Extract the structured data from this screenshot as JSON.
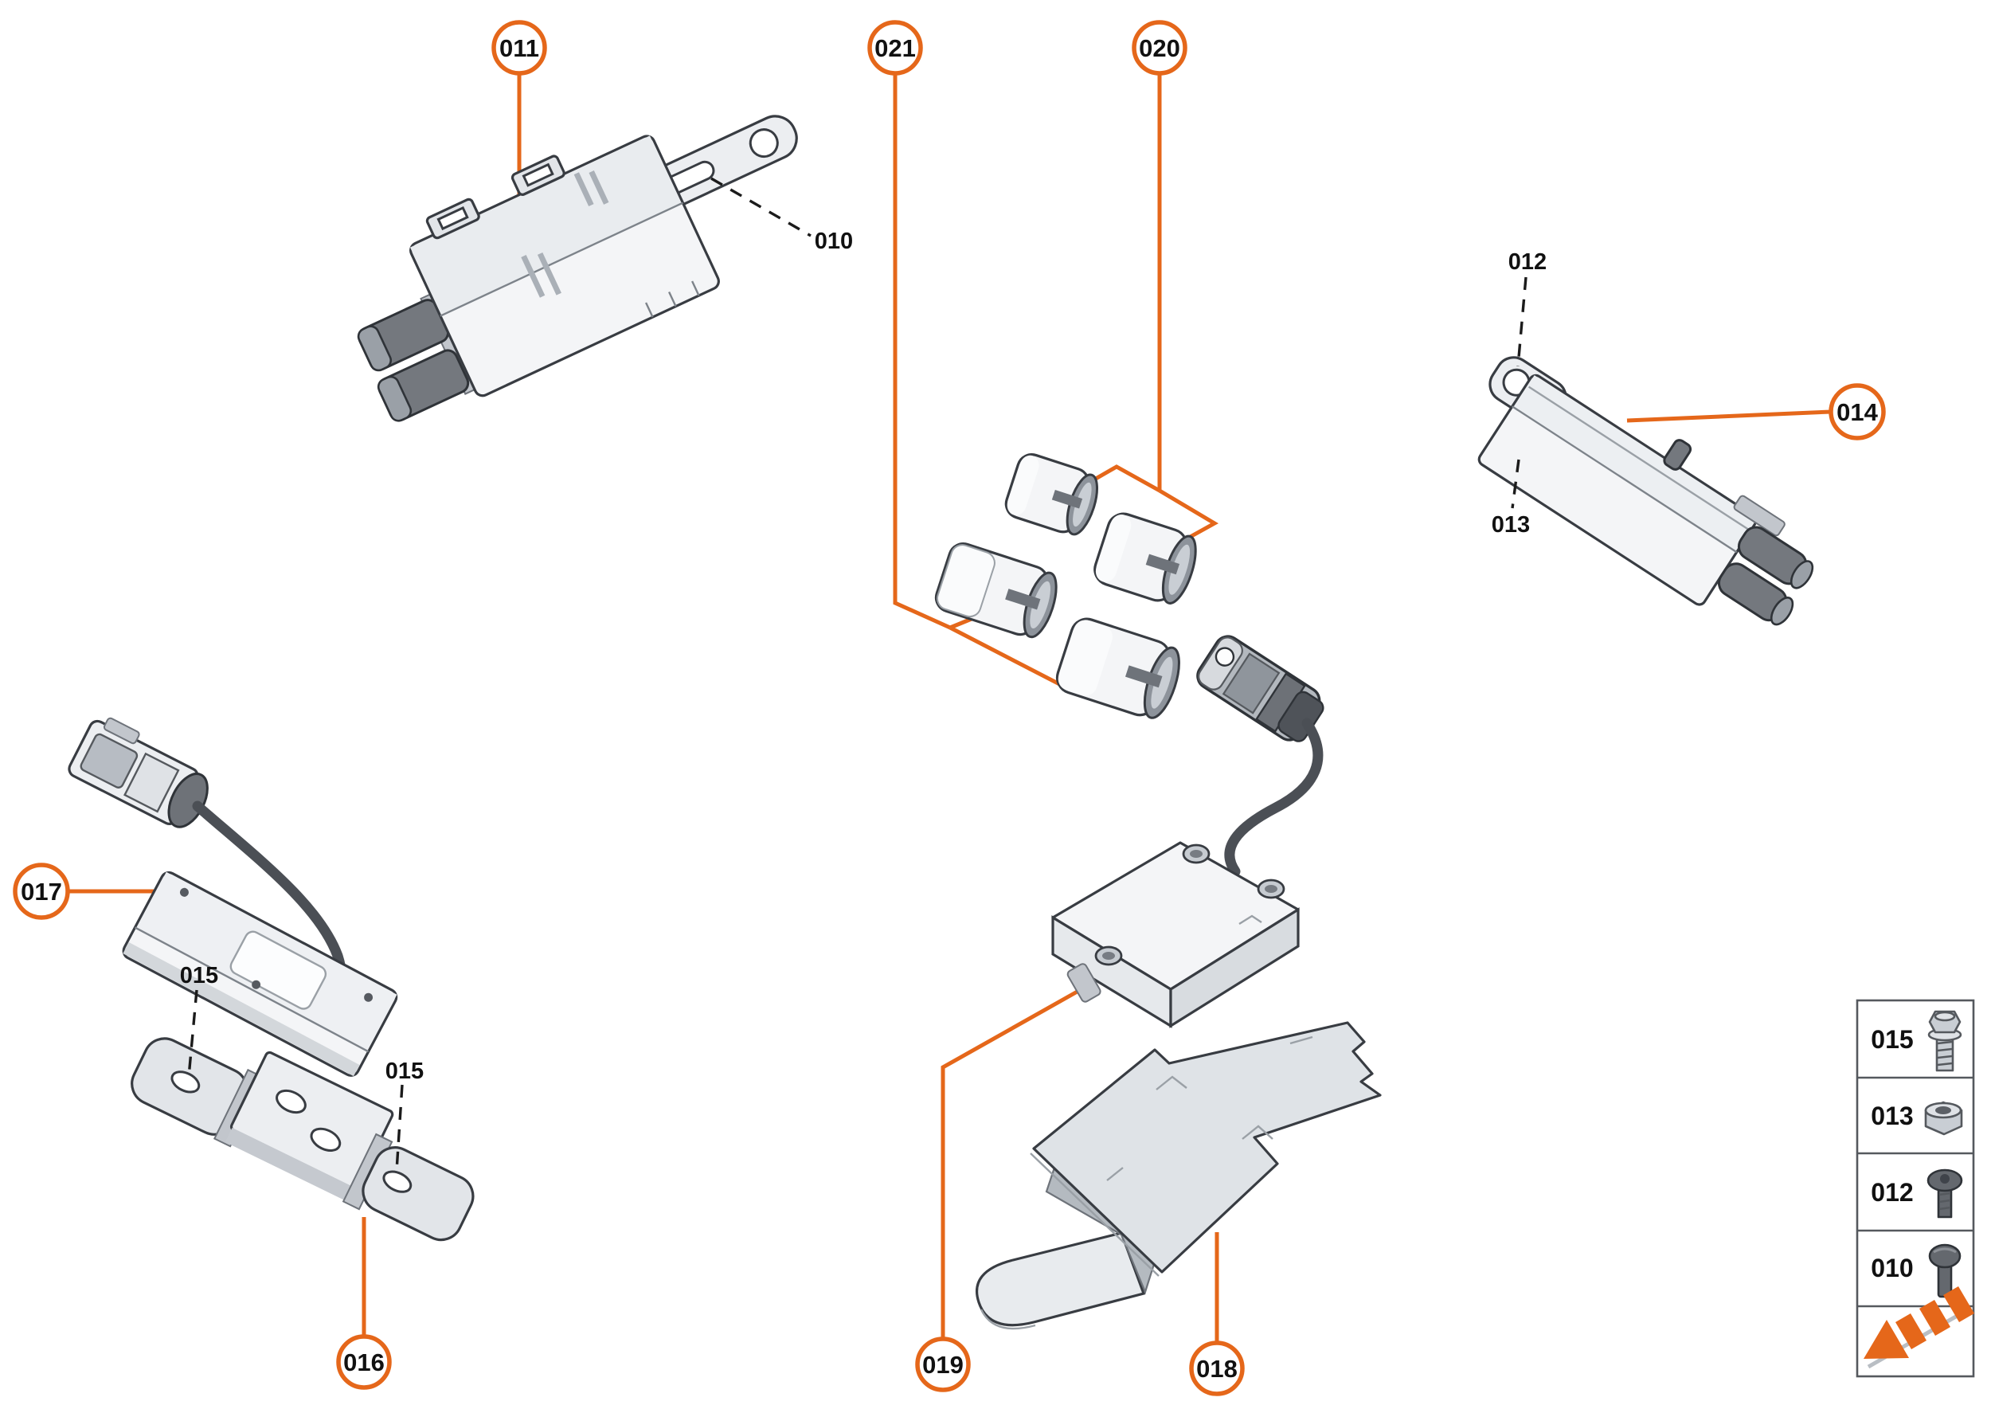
{
  "figure": {
    "kind": "exploded-parts-diagram",
    "description_icons": {
      "part_011": "antenna-amplifier-with-bracket",
      "part_014": "antenna-amplifier-box",
      "part_017": "control-module-with-cable",
      "part_016": "z-mounting-bracket",
      "part_019": "aerial-module-with-cable",
      "part_018": "sheet-metal-bracket",
      "parts_020_021": "connector-caps"
    }
  },
  "callouts": {
    "c011": "011",
    "c021": "021",
    "c020": "020",
    "c014": "014",
    "c017": "017",
    "c016": "016",
    "c019": "019",
    "c018": "018"
  },
  "ref_labels": {
    "r010": "010",
    "r012": "012",
    "r013": "013",
    "r015_left": "015",
    "r015_right": "015"
  },
  "legend": {
    "rows": [
      {
        "label": "015",
        "icon": "flanged-hex-bolt-icon"
      },
      {
        "label": "013",
        "icon": "flanged-hex-nut-icon"
      },
      {
        "label": "012",
        "icon": "torx-pan-head-screw-icon"
      },
      {
        "label": "010",
        "icon": "round-head-screw-icon"
      },
      {
        "label": "",
        "icon": "assembly-direction-arrow-icon"
      }
    ]
  },
  "colors": {
    "accent_orange": "#E5671A",
    "leader_black": "#1b1b1b",
    "part_outline": "#383c42"
  }
}
